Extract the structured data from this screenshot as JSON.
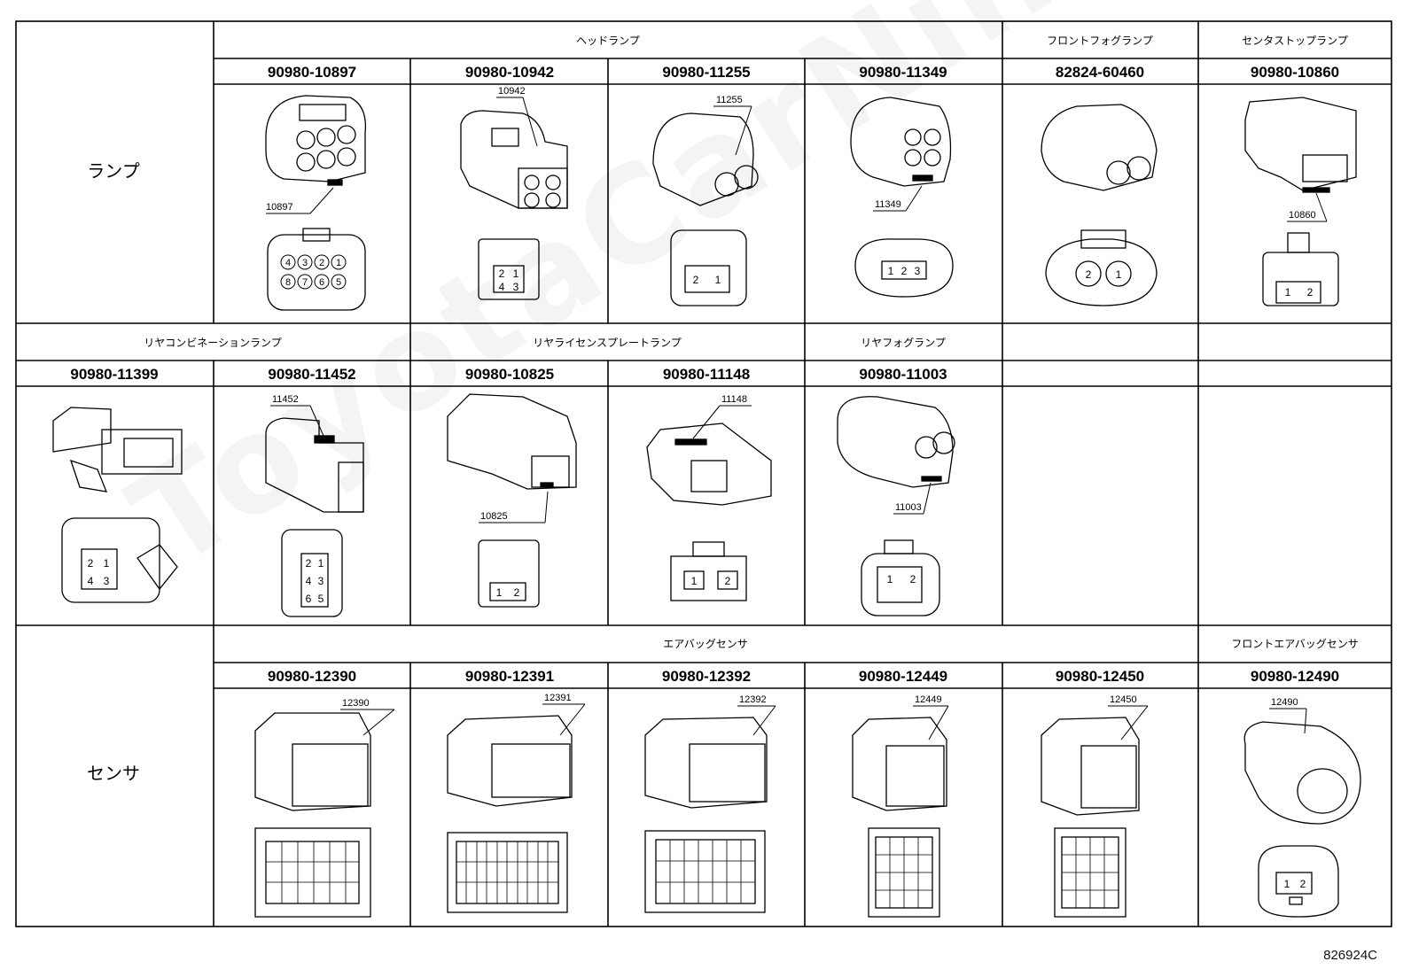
{
  "watermark": "ToyotaCarNine.ru",
  "doc_id": "826924C",
  "categories": [
    "ランプ",
    "センサ"
  ],
  "group_headers": {
    "headlamp": "ヘッドランプ",
    "front_fog": "フロントフォグランプ",
    "center_stop": "センタストップランプ",
    "rear_combination": "リヤコンビネーションランプ",
    "license_plate": "リヤライセンスプレートランプ",
    "rear_fog": "リヤフォグランプ",
    "airbag_sensor": "エアバッグセンサ",
    "front_airbag_sensor": "フロントエアバッグセンサ"
  },
  "parts_row1": [
    "90980-10897",
    "90980-10942",
    "90980-11255",
    "90980-11349",
    "82824-60460",
    "90980-10860"
  ],
  "parts_row2": [
    "90980-11399",
    "90980-11452",
    "90980-10825",
    "90980-11148",
    "90980-11003"
  ],
  "parts_row3": [
    "90980-12390",
    "90980-12391",
    "90980-12392",
    "90980-12449",
    "90980-12450",
    "90980-12490"
  ],
  "callouts": [
    "10897",
    "10942",
    "11255",
    "11349",
    "10860",
    "11452",
    "10825",
    "11148",
    "11003",
    "12390",
    "12391",
    "12392",
    "12449",
    "12450",
    "12490"
  ],
  "pins": {
    "10897_top": [
      "4",
      "3",
      "2",
      "1"
    ],
    "10897_bottom": [
      "8",
      "7",
      "6",
      "5"
    ],
    "two": [
      "2",
      "1"
    ],
    "oneTwo": [
      "1",
      "2"
    ],
    "three": [
      "1",
      "2",
      "3"
    ],
    "quad": [
      "2",
      "1",
      "4",
      "3"
    ],
    "six": [
      "2",
      "1",
      "4",
      "3",
      "6",
      "5"
    ]
  }
}
